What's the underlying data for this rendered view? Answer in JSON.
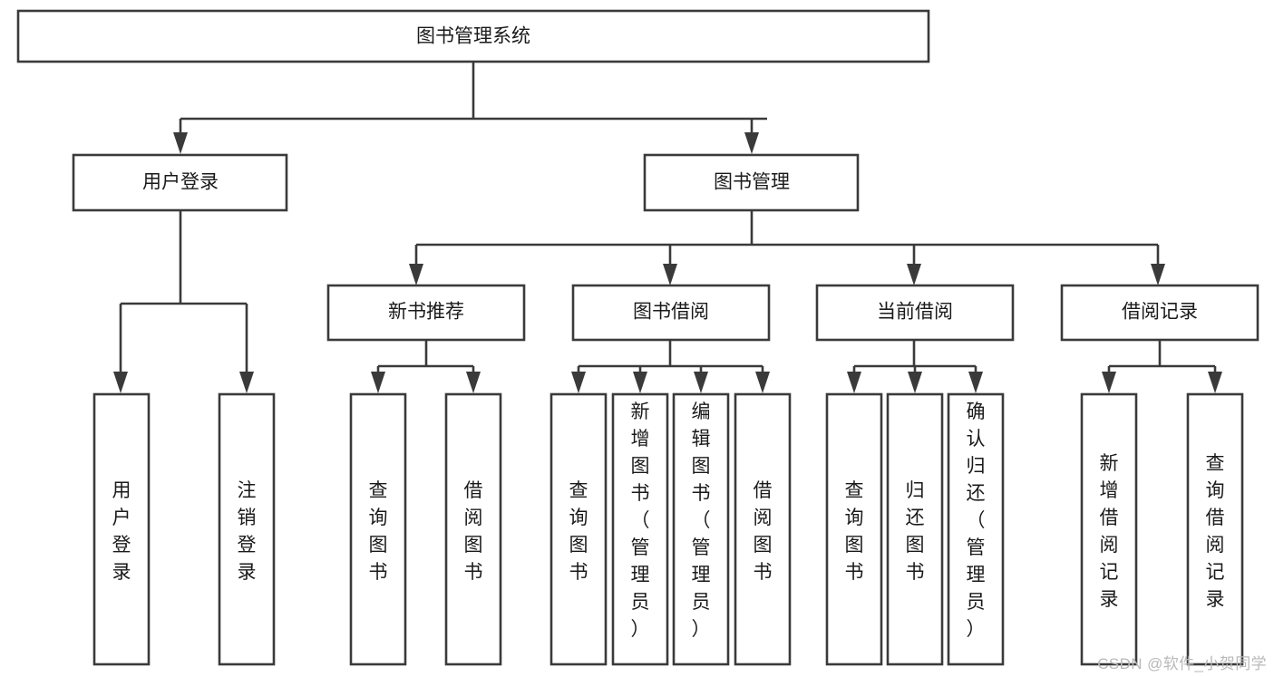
{
  "diagram": {
    "type": "tree-hierarchy",
    "title": "图书管理系统",
    "watermark": "CSDN @软件_小贺同学",
    "colors": {
      "stroke": "#3a3a3a",
      "fill": "#ffffff",
      "text": "#1a1a1a",
      "watermark": "#b9b9b9",
      "background": "#ffffff"
    },
    "levels": {
      "level1": [
        {
          "id": "root",
          "label": "图书管理系统",
          "orientation": "horizontal"
        }
      ],
      "level2": [
        {
          "id": "user-login",
          "label": "用户登录",
          "orientation": "horizontal"
        },
        {
          "id": "book-manage",
          "label": "图书管理",
          "orientation": "horizontal"
        }
      ],
      "level3": [
        {
          "id": "new-book-rec",
          "label": "新书推荐",
          "orientation": "horizontal"
        },
        {
          "id": "book-borrow",
          "label": "图书借阅",
          "orientation": "horizontal"
        },
        {
          "id": "current-borrow",
          "label": "当前借阅",
          "orientation": "horizontal"
        },
        {
          "id": "borrow-record",
          "label": "借阅记录",
          "orientation": "horizontal"
        }
      ],
      "level4": [
        {
          "id": "leaf-user-login",
          "label": "用户登录",
          "orientation": "vertical",
          "parent": "user-login"
        },
        {
          "id": "leaf-user-logout",
          "label": "注销登录",
          "orientation": "vertical",
          "parent": "user-login"
        },
        {
          "id": "leaf-query-book-1",
          "label": "查询图书",
          "orientation": "vertical",
          "parent": "new-book-rec"
        },
        {
          "id": "leaf-borrow-book-1",
          "label": "借阅图书",
          "orientation": "vertical",
          "parent": "new-book-rec"
        },
        {
          "id": "leaf-query-book-2",
          "label": "查询图书",
          "orientation": "vertical",
          "parent": "book-borrow"
        },
        {
          "id": "leaf-add-book",
          "label": "新增图书（管理员）",
          "orientation": "vertical",
          "parent": "book-borrow"
        },
        {
          "id": "leaf-edit-book",
          "label": "编辑图书（管理员）",
          "orientation": "vertical",
          "parent": "book-borrow"
        },
        {
          "id": "leaf-borrow-book-2",
          "label": "借阅图书",
          "orientation": "vertical",
          "parent": "book-borrow"
        },
        {
          "id": "leaf-query-book-3",
          "label": "查询图书",
          "orientation": "vertical",
          "parent": "current-borrow"
        },
        {
          "id": "leaf-return-book",
          "label": "归还图书",
          "orientation": "vertical",
          "parent": "current-borrow"
        },
        {
          "id": "leaf-confirm-return",
          "label": "确认归还（管理员）",
          "orientation": "vertical",
          "parent": "current-borrow"
        },
        {
          "id": "leaf-add-record",
          "label": "新增借阅记录",
          "orientation": "vertical",
          "parent": "borrow-record"
        },
        {
          "id": "leaf-query-record",
          "label": "查询借阅记录",
          "orientation": "vertical",
          "parent": "borrow-record"
        }
      ]
    }
  }
}
